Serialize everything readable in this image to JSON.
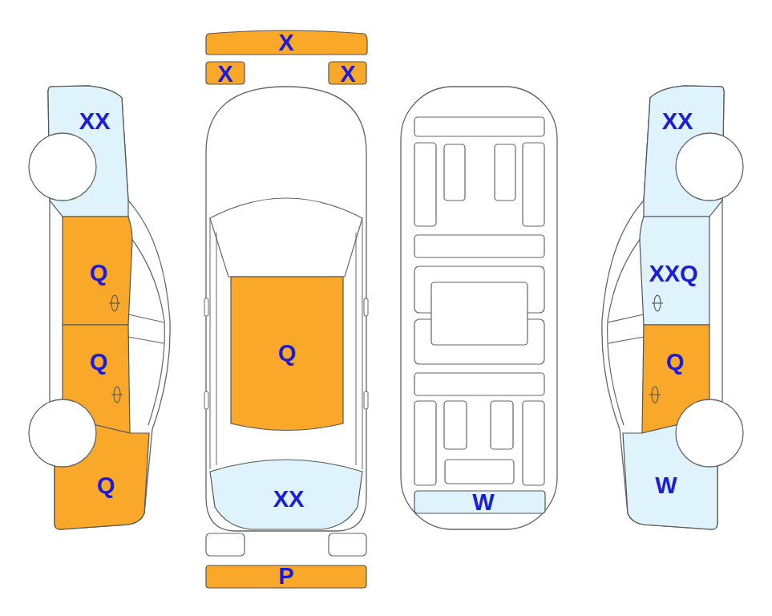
{
  "diagram": {
    "nodes": [
      {
        "text": [
          "X"
        ]
      },
      {
        "text": [
          "X"
        ]
      },
      {
        "text": [
          "X"
        ]
      },
      {
        "text": [
          "XX"
        ]
      },
      {
        "text": [
          "XX"
        ]
      },
      {
        "text": [
          "Q"
        ]
      },
      {
        "text": [
          "XXQ"
        ]
      },
      {
        "text": [
          "Q"
        ]
      },
      {
        "text": [
          "Q"
        ]
      },
      {
        "text": [
          "Q"
        ]
      },
      {
        "text": [
          "Q"
        ]
      },
      {
        "text": [
          "W"
        ]
      },
      {
        "text": [
          "XX"
        ]
      },
      {
        "text": [
          "W"
        ]
      },
      {
        "text": [
          "P"
        ]
      }
    ]
  }
}
